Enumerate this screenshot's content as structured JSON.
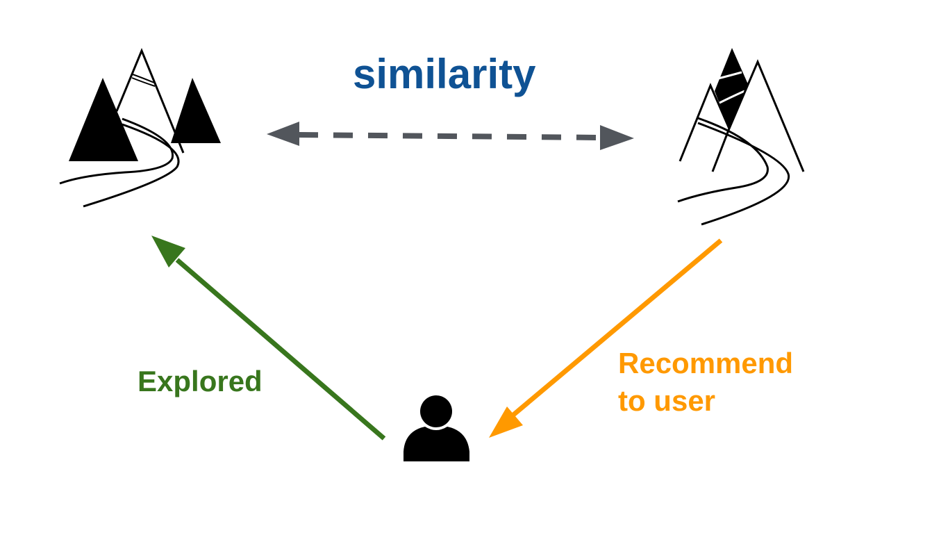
{
  "labels": {
    "similarity": "similarity",
    "explored": "Explored",
    "recommend_line1": "Recommend",
    "recommend_line2": "to user"
  },
  "nodes": {
    "left_item": {
      "icon": "mountain-trail-icon",
      "role": "explored item"
    },
    "right_item": {
      "icon": "mountain-trail-icon",
      "role": "recommended item"
    },
    "user": {
      "icon": "user-icon",
      "role": "user"
    }
  },
  "edges": [
    {
      "from": "left_item",
      "to": "right_item",
      "label": "similarity",
      "style": "dashed",
      "bidirectional": true
    },
    {
      "from": "user",
      "to": "left_item",
      "label": "Explored",
      "style": "solid"
    },
    {
      "from": "right_item",
      "to": "user",
      "label": "Recommend to user",
      "style": "solid"
    }
  ],
  "colors": {
    "similarity_text": "#0f5294",
    "similarity_arrow": "#52565c",
    "explored": "#38761d",
    "recommend": "#ff9900",
    "icon": "#000000",
    "background": "#ffffff"
  }
}
